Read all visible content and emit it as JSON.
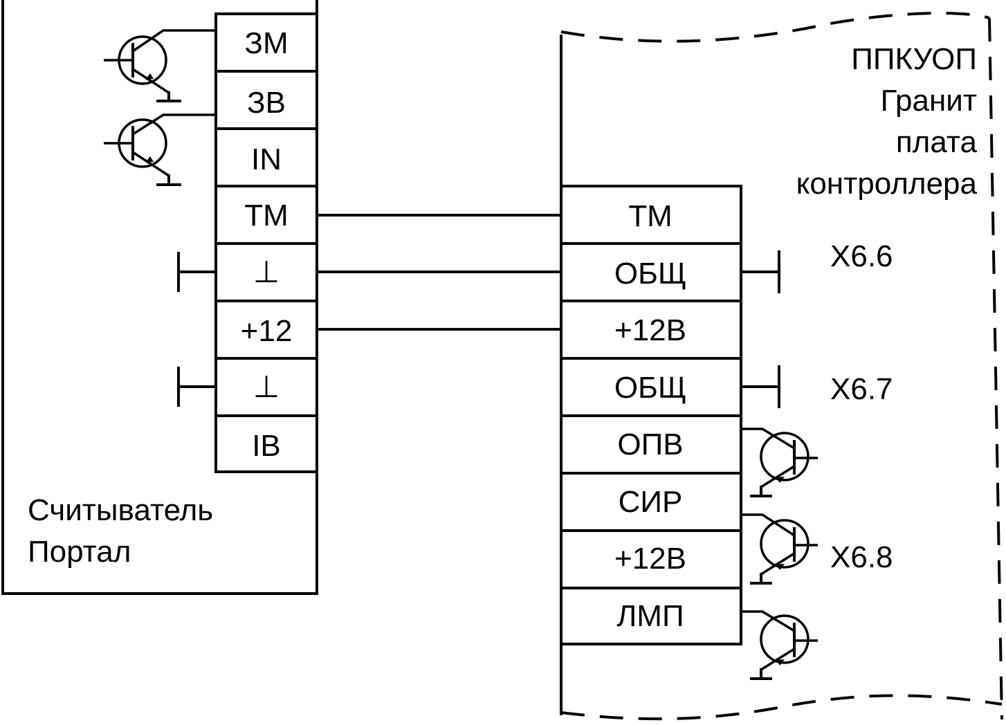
{
  "reader": {
    "title_line1": "Считыватель",
    "title_line2": "Портал",
    "pins": [
      "ЗМ",
      "ЗВ",
      "IN",
      "TM",
      "⊥",
      "+12",
      "⊥",
      "IB"
    ]
  },
  "controller": {
    "title_line1": "ППКУОП",
    "title_line2": "Гранит",
    "title_line3": "плата",
    "title_line4": "контроллера",
    "pins": [
      "TM",
      "ОБЩ",
      "+12В",
      "ОБЩ",
      "ОПВ",
      "СИР",
      "+12В",
      "ЛМП"
    ],
    "connectors": [
      "X6.6",
      "X6.7",
      "X6.8"
    ]
  }
}
